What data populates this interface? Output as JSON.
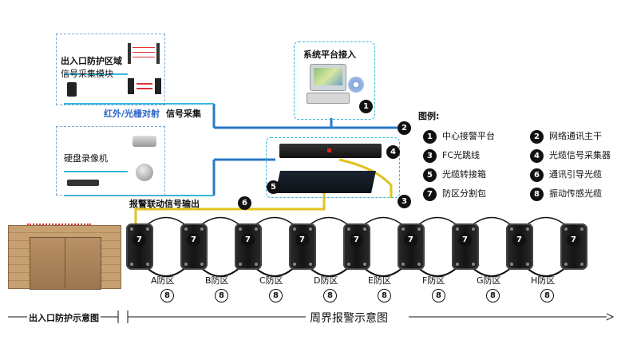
{
  "texts": {
    "entrance_zone": "出入口防护区域",
    "signal_module": "信号采集模块",
    "infrared_grating": "红外/光栅对射",
    "signal_collect": "信号采集",
    "dvr": "硬盘录像机",
    "alarm_output": "报警联动信号输出",
    "platform_access": "系统平台接入",
    "legend_title": "图例:",
    "entrance_caption": "出入口防护示意图",
    "perimeter_caption": "周界报警示意图"
  },
  "legend": [
    {
      "num": "1",
      "label": "中心接警平台"
    },
    {
      "num": "2",
      "label": "网络通讯主干"
    },
    {
      "num": "3",
      "label": "FC光跳线"
    },
    {
      "num": "4",
      "label": "光缆信号采集器"
    },
    {
      "num": "5",
      "label": "光缆转接箱"
    },
    {
      "num": "6",
      "label": "通讯引导光缆"
    },
    {
      "num": "7",
      "label": "防区分割包"
    },
    {
      "num": "8",
      "label": "振动传感光缆"
    }
  ],
  "zones": [
    "A防区",
    "B防区",
    "C防区",
    "D防区",
    "E防区",
    "F防区",
    "G防区",
    "H防区"
  ],
  "markers": {
    "m1": "1",
    "m2": "2",
    "m3": "3",
    "m4": "4",
    "m5": "5",
    "m6": "6",
    "m7": "7",
    "m8": "8"
  },
  "colors": {
    "network_line": "#2a78c8",
    "cyan_line": "#35b7e0",
    "fiber_yellow": "#e2c21c",
    "cable_black": "#111111"
  }
}
